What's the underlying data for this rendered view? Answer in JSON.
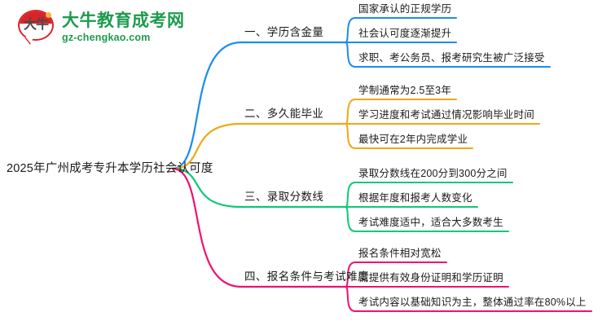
{
  "logo": {
    "mark_text": "大牛",
    "brand_name": "大牛教育成考网",
    "domain": "gz-chengkao.com",
    "brand_color": "#1d9b4e",
    "mark_color": "#d8232a"
  },
  "mindmap": {
    "root": {
      "label": "2025年广州成考专升本学历社会认可度"
    },
    "branches": [
      {
        "label": "一、学历含金量",
        "color": "#1a8cf0",
        "leaves": [
          "国家承认的正规学历",
          "社会认可度逐渐提升",
          "求职、考公务员、报考研究生被广泛接受"
        ]
      },
      {
        "label": "二、多久能毕业",
        "color": "#f0a818",
        "leaves": [
          "学制通常为2.5至3年",
          "学习进度和考试通过情况影响毕业时间",
          "最快可在2年内完成学业"
        ]
      },
      {
        "label": "三、录取分数线",
        "color": "#0ec878",
        "leaves": [
          "录取分数线在200分到300分之间",
          "根据年度和报考人数变化",
          "考试难度适中，适合大多数考生"
        ]
      },
      {
        "label": "四、报名条件与考试难度",
        "color": "#f21070",
        "leaves": [
          "报名条件相对宽松",
          "需提供有效身份证明和学历证明",
          "考试内容以基础知识为主，整体通过率在80%以上"
        ]
      }
    ]
  }
}
